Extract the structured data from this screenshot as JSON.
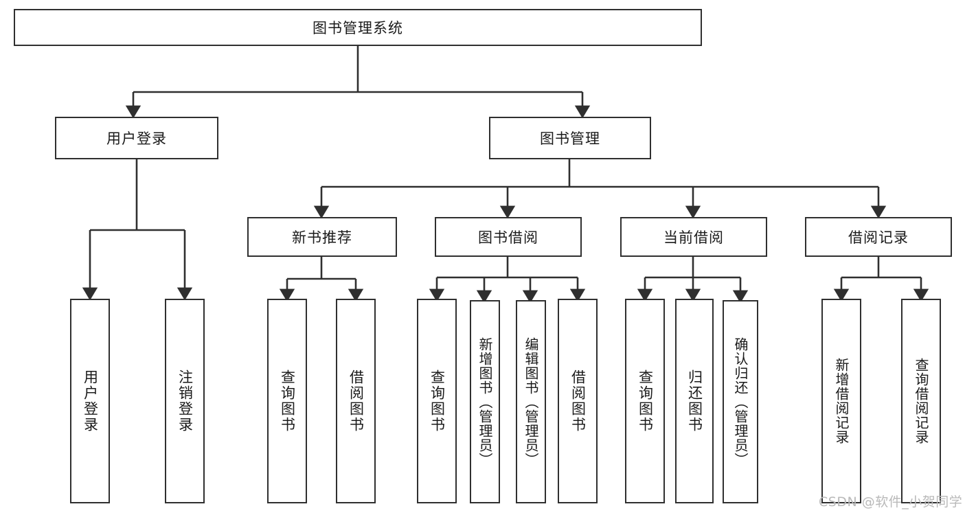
{
  "diagram": {
    "type": "tree-hierarchy-chart",
    "title": "图书管理系统",
    "line_color": "#2f2f2f",
    "box_fill": "#ffffff",
    "text_color": "#1a1a1a",
    "watermark": "CSDN @软件_小贺同学",
    "watermark_color": "#b9b9b9",
    "root": {
      "label": "图书管理系统"
    },
    "level2": [
      {
        "label": "用户登录"
      },
      {
        "label": "图书管理"
      }
    ],
    "level3": [
      {
        "label": "新书推荐"
      },
      {
        "label": "图书借阅"
      },
      {
        "label": "当前借阅"
      },
      {
        "label": "借阅记录"
      }
    ],
    "leaves": {
      "user_login": [
        {
          "label": "用户登录"
        },
        {
          "label": "注销登录"
        }
      ],
      "new_book_recommend": [
        {
          "label": "查询图书"
        },
        {
          "label": "借阅图书"
        }
      ],
      "book_borrow": [
        {
          "label": "查询图书"
        },
        {
          "label": "新增图书（管理员）"
        },
        {
          "label": "编辑图书（管理员）"
        },
        {
          "label": "借阅图书"
        }
      ],
      "current_borrow": [
        {
          "label": "查询图书"
        },
        {
          "label": "归还图书"
        },
        {
          "label": "确认归还（管理员）"
        }
      ],
      "borrow_records": [
        {
          "label": "新增借阅记录"
        },
        {
          "label": "查询借阅记录"
        }
      ]
    }
  }
}
